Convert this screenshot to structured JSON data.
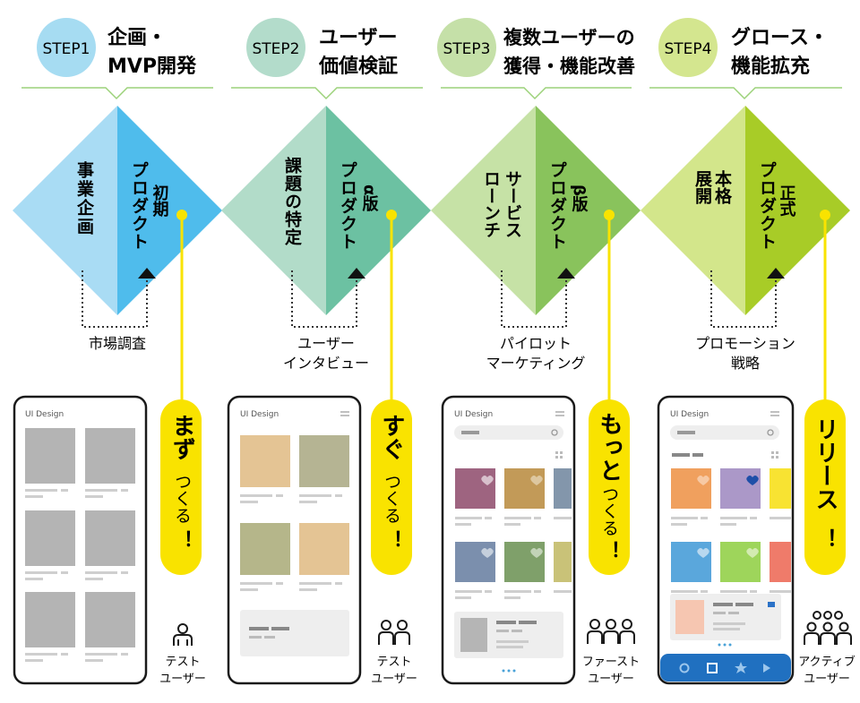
{
  "steps": [
    {
      "badge": "STEP1",
      "title": [
        "企画・",
        "MVP開発"
      ],
      "left_label": "事業企画",
      "right_label": [
        "プロダクト",
        "初期"
      ],
      "method": [
        "市場調査"
      ],
      "phone_header": "UI Design",
      "action": [
        "まず",
        "つくる",
        "！"
      ],
      "users": [
        "テスト",
        "ユーザー"
      ]
    },
    {
      "badge": "STEP2",
      "title": [
        "ユーザー",
        "価値検証"
      ],
      "left_label": "課題の特定",
      "right_label": [
        "プロダクト",
        "α版"
      ],
      "method": [
        "ユーザー",
        "インタビュー"
      ],
      "phone_header": "UI Design",
      "action": [
        "すぐ",
        "つくる",
        "！"
      ],
      "users": [
        "テスト",
        "ユーザー"
      ]
    },
    {
      "badge": "STEP3",
      "title": [
        "複数ユーザーの",
        "獲得・機能改善"
      ],
      "left_label": [
        "サービス",
        "ローンチ"
      ],
      "right_label": [
        "プロダクト",
        "β版"
      ],
      "method": [
        "パイロット",
        "マーケティング"
      ],
      "phone_header": "UI Design",
      "action": [
        "もっと",
        "つくる",
        "！"
      ],
      "users": [
        "ファースト",
        "ユーザー"
      ]
    },
    {
      "badge": "STEP4",
      "title": [
        "グロース・",
        "機能拡充"
      ],
      "left_label": [
        "本格",
        "展開"
      ],
      "right_label": [
        "プロダクト",
        "正式"
      ],
      "method": [
        "プロモーション",
        "戦略"
      ],
      "phone_header": "UI Design",
      "action": [
        "リリース",
        "！"
      ],
      "users": [
        "アクティブ",
        "ユーザー"
      ]
    }
  ],
  "colors": {
    "step1": {
      "badge": "#a6dcf2",
      "left": "#a9dcf4",
      "right": "#4fbcec"
    },
    "step2": {
      "badge": "#b3dccb",
      "left": "#b2dcc9",
      "right": "#6cc1a2"
    },
    "step3": {
      "badge": "#c5e0a8",
      "left": "#c6e2a6",
      "right": "#89c35c"
    },
    "step4": {
      "badge": "#d4e68f",
      "left": "#d3e68b",
      "right": "#a8cc27"
    },
    "yellow": "#f9e300",
    "line": "#9cd27a"
  },
  "icons": [
    "single-user-icon",
    "two-users-icon",
    "three-users-icon",
    "group-users-icon",
    "heart-icon",
    "star-icon",
    "play-icon"
  ]
}
